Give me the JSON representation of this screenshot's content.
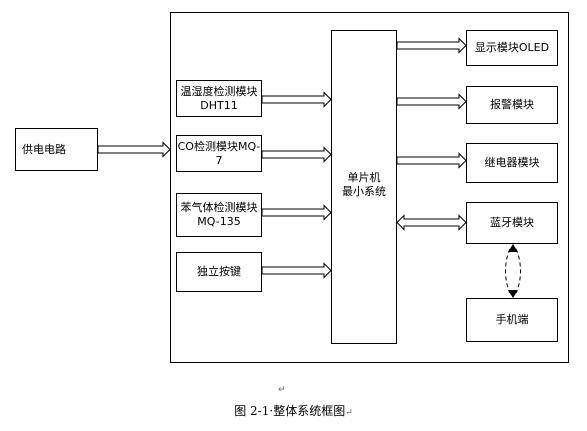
{
  "power": "供电电路",
  "inputs": [
    {
      "line1": "温湿度检测模块",
      "line2": "DHT11"
    },
    {
      "line1": "CO检测模块MQ-7",
      "line2": ""
    },
    {
      "line1": "苯气体检测模块",
      "line2": "MQ-135"
    },
    {
      "line1": "独立按键",
      "line2": ""
    }
  ],
  "mcu": {
    "line1": "单片机",
    "line2": "最小系统"
  },
  "outputs": [
    "显示模块OLED",
    "报警模块",
    "继电器模块",
    "蓝牙模块"
  ],
  "phone": "手机端",
  "caption": "图 2-1·整体系统框图",
  "marks": {
    "return": "↵"
  }
}
